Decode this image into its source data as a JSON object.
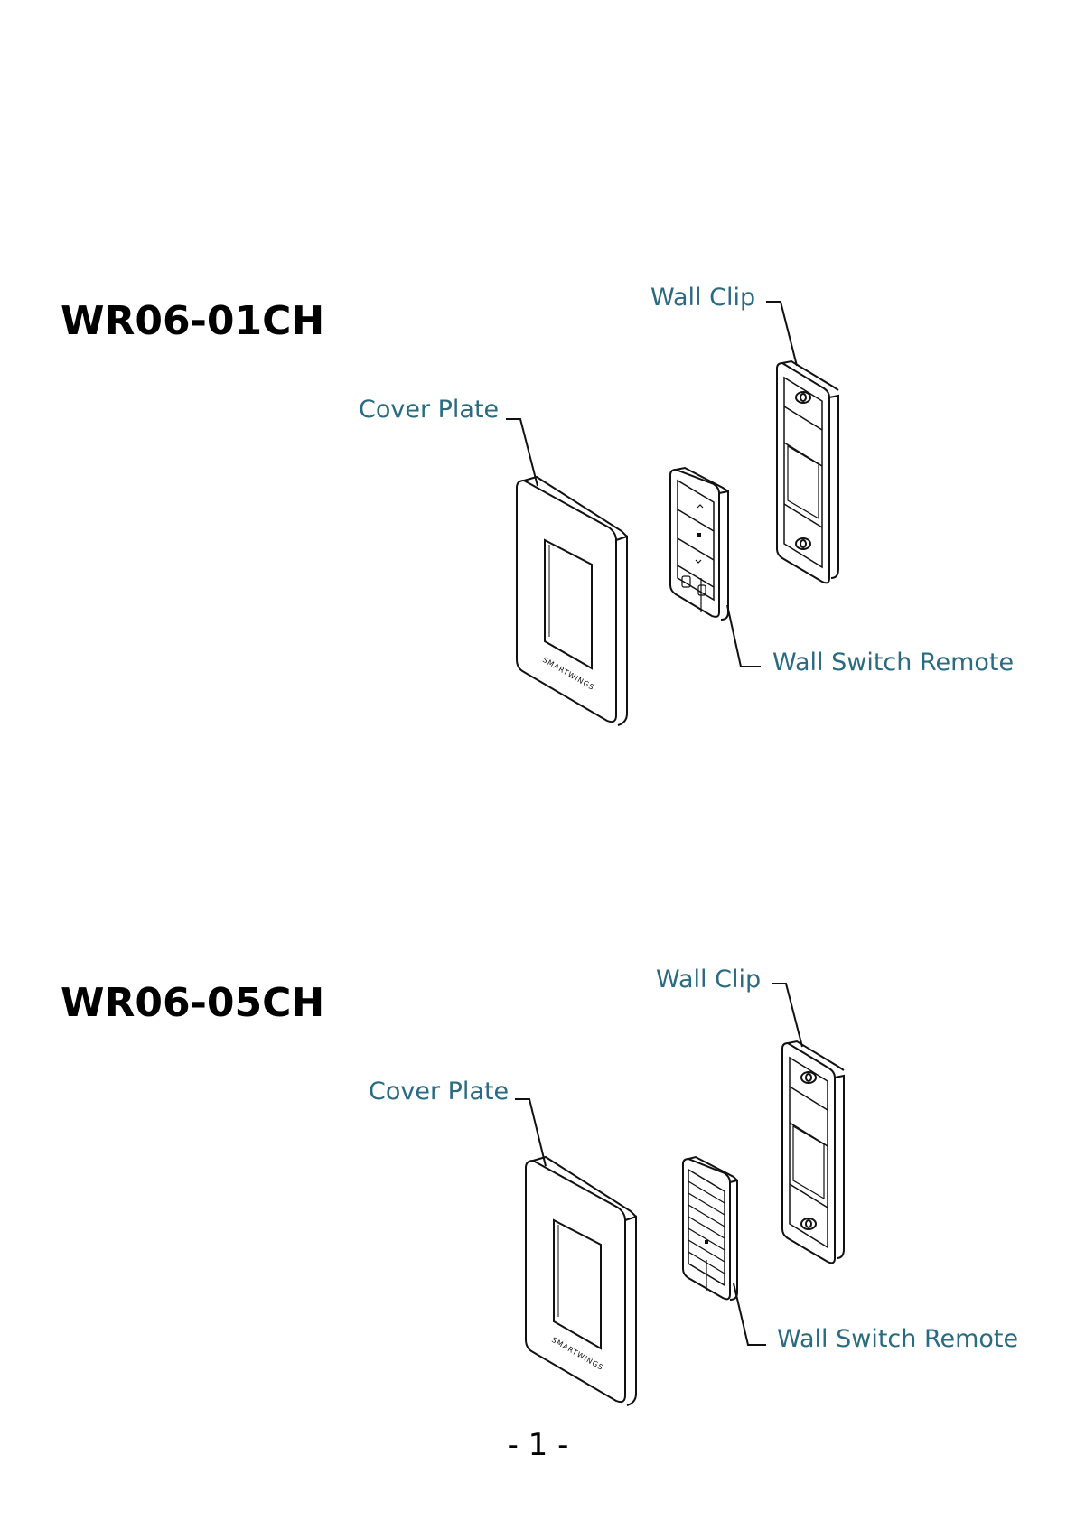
{
  "sections": [
    {
      "model": "WR06-01CH",
      "labels": {
        "wall_clip": "Wall Clip",
        "cover_plate": "Cover Plate",
        "wall_switch_remote": "Wall Switch Remote"
      },
      "brand_mark": "SMARTWINGS",
      "remote_buttons": 3
    },
    {
      "model": "WR06-05CH",
      "labels": {
        "wall_clip": "Wall Clip",
        "cover_plate": "Cover Plate",
        "wall_switch_remote": "Wall Switch Remote"
      },
      "brand_mark": "SMARTWINGS",
      "remote_buttons": 7
    }
  ],
  "page_number": "- 1 -",
  "colors": {
    "callout": "#2a6b82",
    "line_art": "#111111"
  }
}
